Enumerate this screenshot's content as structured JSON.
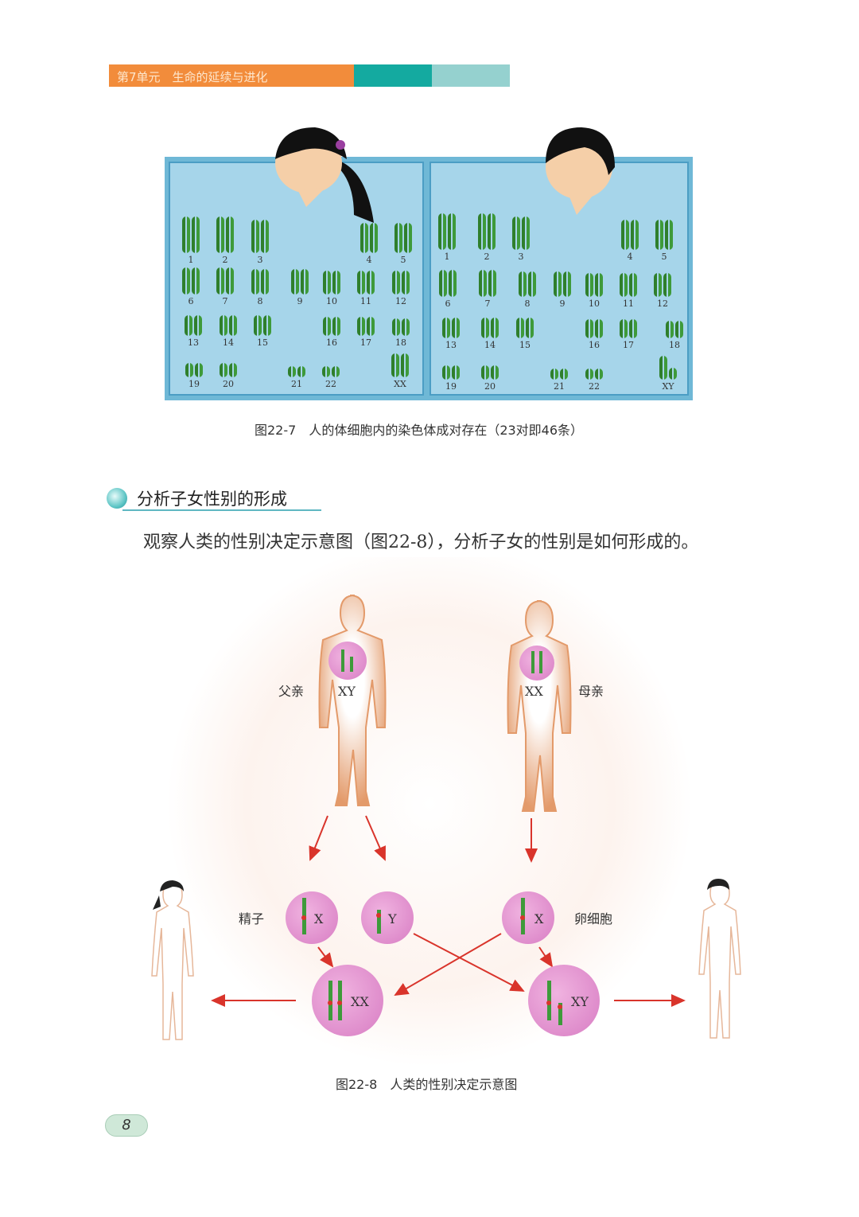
{
  "header": {
    "unit_title": "第7单元　生命的延续与进化"
  },
  "figure_22_7": {
    "caption": "图22-7　人的体细胞内的染色体成对存在（23对即46条）",
    "female_labels": [
      "1",
      "2",
      "3",
      "4",
      "5",
      "6",
      "7",
      "8",
      "9",
      "10",
      "11",
      "12",
      "13",
      "14",
      "15",
      "16",
      "17",
      "18",
      "19",
      "20",
      "21",
      "22",
      "XX"
    ],
    "male_labels": [
      "1",
      "2",
      "3",
      "4",
      "5",
      "6",
      "7",
      "8",
      "9",
      "10",
      "11",
      "12",
      "13",
      "14",
      "15",
      "16",
      "17",
      "18",
      "19",
      "20",
      "21",
      "22",
      "XY"
    ]
  },
  "section": {
    "heading": "分析子女性别的形成",
    "body": "观察人类的性别决定示意图（图22-8），分析子女的性别是如何形成的。"
  },
  "figure_22_8": {
    "father_label": "父亲",
    "father_chromosomes": "XY",
    "mother_label": "母亲",
    "mother_chromosomes": "XX",
    "sperm_label": "精子",
    "sperm_x": "X",
    "sperm_y": "Y",
    "egg_label": "卵细胞",
    "egg_x": "X",
    "zygote_female": "XX",
    "zygote_male": "XY",
    "caption": "图22-8　人类的性别决定示意图"
  },
  "page_number": "8",
  "colors": {
    "orange": "#f28c3b",
    "teal": "#14aaa0",
    "chromosome_green": "#3e9a3a",
    "cell_pink": "#e38fcf",
    "arrow_red": "#d9342b",
    "skin": "#e9a57a"
  }
}
